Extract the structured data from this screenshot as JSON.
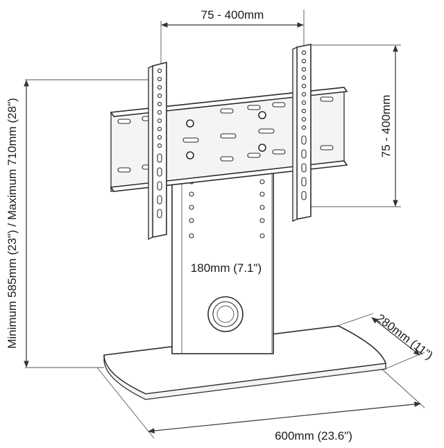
{
  "diagram": {
    "dimensions": {
      "top_width": "75 - 400mm",
      "right_height": "75 - 400mm",
      "column_width": "180mm (7.1\")",
      "base_depth": "280mm (11\")",
      "base_width": "600mm (23.6\")",
      "overall_height": "Minimum 585mm (23\") / Maximum 710mm (28\")"
    },
    "colors": {
      "line": "#2a2a2a",
      "fill": "#ffffff"
    }
  }
}
